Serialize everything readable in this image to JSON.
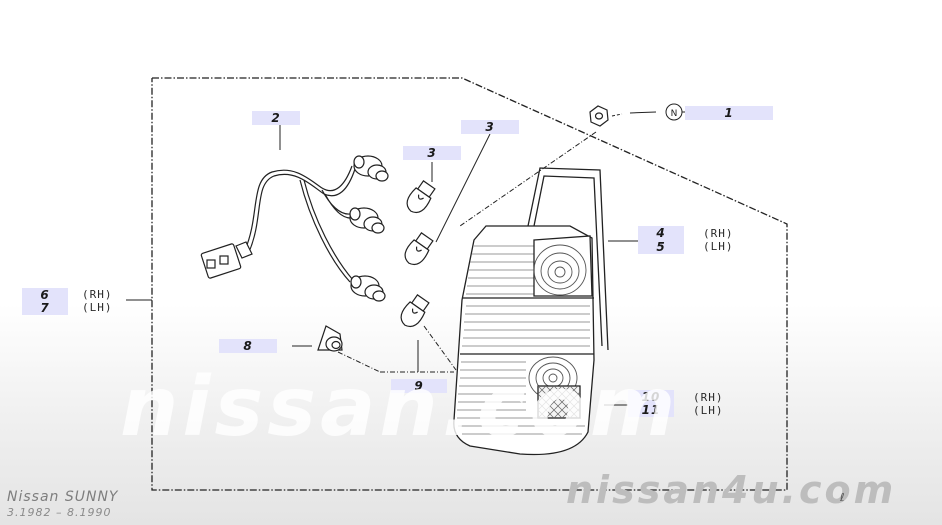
{
  "diagram": {
    "model": "Nissan SUNNY",
    "years": "3.1982 – 8.1990",
    "nut_symbol": "N",
    "callouts": [
      {
        "id": "c1",
        "label": "1"
      },
      {
        "id": "c2",
        "label": "2"
      },
      {
        "id": "c3a",
        "label": "3"
      },
      {
        "id": "c3b",
        "label": "3"
      },
      {
        "id": "c4",
        "label": "4"
      },
      {
        "id": "c5",
        "label": "5"
      },
      {
        "id": "c6",
        "label": "6"
      },
      {
        "id": "c7",
        "label": "7"
      },
      {
        "id": "c8",
        "label": "8"
      },
      {
        "id": "c9",
        "label": "9"
      },
      {
        "id": "c10",
        "label": "10"
      },
      {
        "id": "c11",
        "label": "11"
      }
    ],
    "side_labels": {
      "rh": "(RH)",
      "lh": "(LH)"
    },
    "watermark_center": "nissan.com",
    "watermark_corner": "nissan4u.com",
    "corner_mark": "ℓ"
  }
}
